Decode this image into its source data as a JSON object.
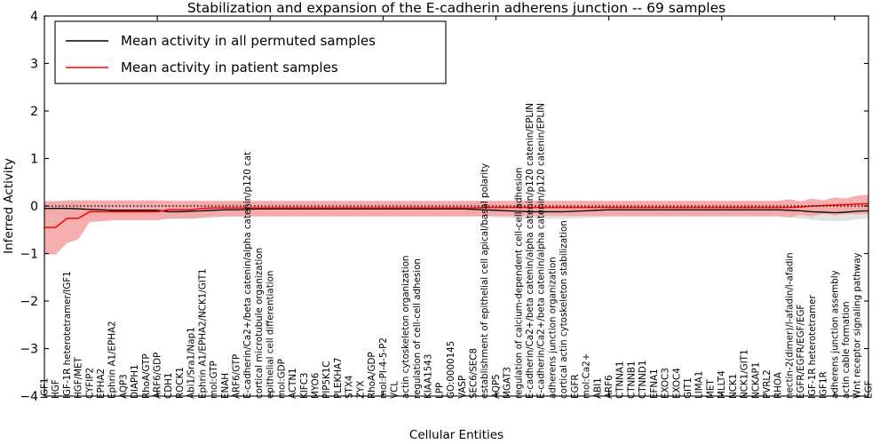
{
  "chart_data": {
    "type": "line",
    "title": "Stabilization and expansion of the E-cadherin adherens junction -- 69 samples",
    "xlabel": "Cellular Entities",
    "ylabel": "Inferred Activity",
    "ylim": [
      -4,
      4
    ],
    "yticks": [
      -4,
      -3,
      -2,
      -1,
      0,
      1,
      2,
      3,
      4
    ],
    "grid": false,
    "legend_position": "upper-left",
    "n_samples": 69,
    "legend": [
      {
        "label": "Mean activity in all permuted samples",
        "color": "#000000"
      },
      {
        "label": "Mean activity in patient samples",
        "color": "#ff0000"
      }
    ],
    "categories": [
      "IGF1",
      "HGF",
      "IGF-1R heterotetramer/IGF1",
      "HGF/MET",
      "CYFIP2",
      "EPHA2",
      "Ephrin A1/EPHA2",
      "AQP3",
      "DIAPH1",
      "RhoA/GTP",
      "ARF6/GDP",
      "CDH1",
      "ROCK1",
      "Abi1/Sra1/Nap1",
      "Ephrin A1/EPHA2/NCK1/GIT1",
      "mol:GTP",
      "ENAH",
      "ARF6/GTP",
      "E-cadherin/Ca2+/beta catenin/alpha catenin/p120 cat",
      "cortical microtubule organization",
      "epithelial cell differentiation",
      "mol:GDP",
      "ACTN1",
      "KIFC3",
      "MYO6",
      "PIP5K1C",
      "PLEKHA7",
      "STX4",
      "ZYX",
      "RhoA/GDP",
      "mol:PI-4-5-P2",
      "VCL",
      "actin cytoskeleton organization",
      "regulation of cell-cell adhesion",
      "KIAA1543",
      "LPP",
      "GO:0000145",
      "VASP",
      "SEC6/SEC8",
      "establishment of epithelial cell apical/basal polarity",
      "AQP5",
      "MGAT3",
      "regulation of calcium-dependent cell-cell adhesion",
      "E-cadherin/Ca2+/beta catenin/alpha catenin/p120 catenin/EPLIN",
      "E-cadherin/Ca2+/beta catenin/alpha catenin/p120 catenin/EPLIN",
      "adherens junction organization",
      "cortical actin cytoskeleton stabilization",
      "EGFR",
      "mol:Ca2+",
      "ABI1",
      "ARF6",
      "CTNNA1",
      "CTNNB1",
      "CTNND1",
      "EFNA1",
      "EXOC3",
      "EXOC4",
      "GIT1",
      "LIMA1",
      "MET",
      "MLLT4",
      "NCK1",
      "NCK1/GIT1",
      "NCKAP1",
      "PVRL2",
      "RHOA",
      "nectin-2(dimer)/l-afadin/l-afadin",
      "EGFR/EGFR/EGF/EGF",
      "IGF-1R heterotetramer",
      "IGF1R",
      "adherens junction assembly",
      "actin cable formation",
      "Wnt receptor signaling pathway",
      "EGF"
    ],
    "series": [
      {
        "name": "Mean activity in all permuted samples",
        "color": "#000000",
        "band_color": "#c8c8c8",
        "values": [
          -0.05,
          -0.05,
          -0.05,
          -0.06,
          -0.07,
          -0.08,
          -0.09,
          -0.09,
          -0.09,
          -0.09,
          -0.09,
          -0.12,
          -0.12,
          -0.11,
          -0.1,
          -0.09,
          -0.08,
          -0.08,
          -0.07,
          -0.06,
          -0.06,
          -0.06,
          -0.06,
          -0.06,
          -0.06,
          -0.06,
          -0.06,
          -0.06,
          -0.06,
          -0.06,
          -0.06,
          -0.06,
          -0.06,
          -0.06,
          -0.06,
          -0.06,
          -0.06,
          -0.06,
          -0.07,
          -0.08,
          -0.09,
          -0.1,
          -0.11,
          -0.12,
          -0.12,
          -0.12,
          -0.12,
          -0.11,
          -0.1,
          -0.09,
          -0.08,
          -0.08,
          -0.08,
          -0.08,
          -0.08,
          -0.08,
          -0.08,
          -0.08,
          -0.08,
          -0.08,
          -0.08,
          -0.08,
          -0.08,
          -0.08,
          -0.08,
          -0.08,
          -0.09,
          -0.1,
          -0.12,
          -0.13,
          -0.14,
          -0.13,
          -0.11,
          -0.1,
          -0.09
        ],
        "lower": [
          -0.2,
          -0.2,
          -0.21,
          -0.22,
          -0.23,
          -0.24,
          -0.25,
          -0.25,
          -0.25,
          -0.25,
          -0.25,
          -0.28,
          -0.28,
          -0.27,
          -0.26,
          -0.25,
          -0.23,
          -0.22,
          -0.21,
          -0.2,
          -0.2,
          -0.2,
          -0.2,
          -0.2,
          -0.2,
          -0.2,
          -0.2,
          -0.2,
          -0.2,
          -0.2,
          -0.2,
          -0.2,
          -0.2,
          -0.2,
          -0.2,
          -0.2,
          -0.2,
          -0.21,
          -0.22,
          -0.23,
          -0.24,
          -0.25,
          -0.26,
          -0.27,
          -0.27,
          -0.27,
          -0.27,
          -0.26,
          -0.25,
          -0.24,
          -0.23,
          -0.23,
          -0.23,
          -0.23,
          -0.23,
          -0.23,
          -0.23,
          -0.23,
          -0.23,
          -0.23,
          -0.23,
          -0.23,
          -0.23,
          -0.23,
          -0.23,
          -0.23,
          -0.24,
          -0.26,
          -0.29,
          -0.31,
          -0.32,
          -0.31,
          -0.28,
          -0.26,
          -0.24
        ],
        "upper": [
          0.1,
          0.1,
          0.11,
          0.11,
          0.1,
          0.09,
          0.08,
          0.08,
          0.08,
          0.08,
          0.08,
          0.05,
          0.05,
          0.06,
          0.07,
          0.08,
          0.08,
          0.08,
          0.08,
          0.08,
          0.08,
          0.08,
          0.08,
          0.08,
          0.08,
          0.08,
          0.08,
          0.08,
          0.08,
          0.08,
          0.08,
          0.08,
          0.08,
          0.08,
          0.08,
          0.08,
          0.08,
          0.08,
          0.08,
          0.07,
          0.06,
          0.05,
          0.04,
          0.04,
          0.04,
          0.04,
          0.04,
          0.05,
          0.06,
          0.07,
          0.08,
          0.08,
          0.08,
          0.08,
          0.08,
          0.08,
          0.08,
          0.08,
          0.08,
          0.08,
          0.08,
          0.08,
          0.08,
          0.08,
          0.08,
          0.08,
          0.07,
          0.06,
          0.05,
          0.04,
          0.04,
          0.05,
          0.06,
          0.07,
          0.08
        ]
      },
      {
        "name": "Mean activity in patient samples",
        "color": "#ff0000",
        "band_color": "#f4a0a0",
        "values": [
          -0.45,
          -0.45,
          -0.26,
          -0.26,
          -0.12,
          -0.12,
          -0.12,
          -0.12,
          -0.12,
          -0.12,
          -0.12,
          -0.08,
          -0.08,
          -0.08,
          -0.05,
          -0.04,
          -0.04,
          -0.04,
          -0.04,
          -0.04,
          -0.04,
          -0.04,
          -0.04,
          -0.04,
          -0.04,
          -0.04,
          -0.04,
          -0.04,
          -0.04,
          -0.04,
          -0.04,
          -0.04,
          -0.04,
          -0.04,
          -0.04,
          -0.04,
          -0.04,
          -0.04,
          -0.04,
          -0.03,
          -0.03,
          -0.03,
          -0.03,
          -0.03,
          -0.03,
          -0.03,
          -0.03,
          -0.03,
          -0.03,
          -0.03,
          -0.03,
          -0.03,
          -0.03,
          -0.03,
          -0.03,
          -0.03,
          -0.03,
          -0.03,
          -0.03,
          -0.03,
          -0.03,
          -0.03,
          -0.03,
          -0.03,
          -0.03,
          -0.03,
          -0.03,
          -0.02,
          0.0,
          0.01,
          0.02,
          0.03,
          0.04,
          0.05,
          0.06
        ],
        "lower": [
          -1.02,
          -1.02,
          -0.78,
          -0.7,
          -0.34,
          -0.32,
          -0.3,
          -0.3,
          -0.3,
          -0.3,
          -0.3,
          -0.26,
          -0.26,
          -0.26,
          -0.24,
          -0.22,
          -0.22,
          -0.22,
          -0.22,
          -0.22,
          -0.22,
          -0.22,
          -0.22,
          -0.22,
          -0.22,
          -0.22,
          -0.22,
          -0.22,
          -0.22,
          -0.22,
          -0.22,
          -0.22,
          -0.22,
          -0.22,
          -0.22,
          -0.22,
          -0.22,
          -0.22,
          -0.22,
          -0.21,
          -0.21,
          -0.21,
          -0.21,
          -0.21,
          -0.21,
          -0.21,
          -0.21,
          -0.21,
          -0.21,
          -0.21,
          -0.21,
          -0.21,
          -0.21,
          -0.21,
          -0.21,
          -0.21,
          -0.21,
          -0.21,
          -0.21,
          -0.21,
          -0.21,
          -0.21,
          -0.21,
          -0.21,
          -0.21,
          -0.21,
          -0.24,
          -0.18,
          -0.22,
          -0.16,
          -0.2,
          -0.16,
          -0.18,
          -0.16,
          -0.18
        ],
        "upper": [
          0.1,
          0.1,
          0.12,
          0.12,
          0.12,
          0.12,
          0.12,
          0.12,
          0.12,
          0.12,
          0.12,
          0.11,
          0.11,
          0.11,
          0.11,
          0.11,
          0.11,
          0.11,
          0.11,
          0.11,
          0.11,
          0.11,
          0.11,
          0.11,
          0.11,
          0.11,
          0.11,
          0.11,
          0.11,
          0.11,
          0.11,
          0.11,
          0.11,
          0.11,
          0.11,
          0.11,
          0.11,
          0.11,
          0.11,
          0.11,
          0.11,
          0.11,
          0.11,
          0.11,
          0.11,
          0.11,
          0.11,
          0.11,
          0.11,
          0.11,
          0.11,
          0.11,
          0.11,
          0.11,
          0.11,
          0.11,
          0.11,
          0.11,
          0.11,
          0.11,
          0.11,
          0.11,
          0.11,
          0.11,
          0.11,
          0.11,
          0.14,
          0.1,
          0.16,
          0.12,
          0.18,
          0.16,
          0.22,
          0.24,
          0.26
        ]
      }
    ],
    "reference_line": {
      "value": 0.0,
      "style": "dotted",
      "color": "#000000"
    }
  }
}
